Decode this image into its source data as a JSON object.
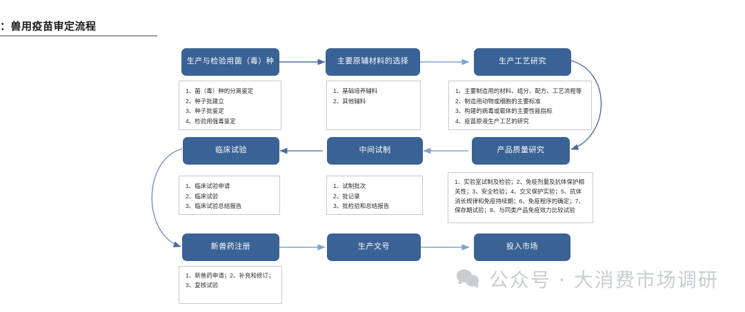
{
  "header": {
    "title": "：兽用疫苗审定流程"
  },
  "flow": {
    "nodes": [
      {
        "id": "strain",
        "label": "生产与检验用菌（毒）种"
      },
      {
        "id": "materials",
        "label": "主要原辅材料的选择"
      },
      {
        "id": "process",
        "label": "生产工艺研究"
      },
      {
        "id": "clinical",
        "label": "临床试验"
      },
      {
        "id": "pilot",
        "label": "中间试制"
      },
      {
        "id": "quality",
        "label": "产品质量研究"
      },
      {
        "id": "registration",
        "label": "新兽药注册"
      },
      {
        "id": "docnumber",
        "label": "生产文号"
      },
      {
        "id": "market",
        "label": "投入市场"
      }
    ],
    "details": [
      {
        "id": "strain-detail",
        "lines": [
          "1、菌（毒）种的分离鉴定",
          "2、种子批建立",
          "3、种子批鉴定",
          "4、检验用强毒鉴定"
        ]
      },
      {
        "id": "materials-detail",
        "lines": [
          "1、基础培养辅料",
          "2、其他辅料"
        ]
      },
      {
        "id": "process-detail",
        "lines": [
          "1、主要制造用的材料、组分、配方、工艺流程等",
          "2、制造用动物或细胞的主要标准",
          "3、构建的病毒或载体的主要性能指标",
          "4、疫苗原液生产工艺的研究"
        ]
      },
      {
        "id": "clinical-detail",
        "lines": [
          "1、临床试验申请",
          "2、临床试验",
          "3、临床试验总结报告"
        ]
      },
      {
        "id": "pilot-detail",
        "lines": [
          "1、试制批次",
          "2、批记录",
          "3、批检验和总结报告"
        ]
      },
      {
        "id": "quality-detail",
        "lines": [
          "1、实验室试制及检验；2、免疫剂量及抗体保护相关性；3、安全检验；4、交叉保护实验；5、抗体消长规律和免疫持续期；6、免疫程序的确定；7、保存期试验；8、与同类产品免疫效力比较试验"
        ]
      },
      {
        "id": "registration-detail",
        "lines": [
          "1、新兽药申请；2、补充和修订；3、复核试验"
        ]
      }
    ]
  },
  "watermark": {
    "text": "公众号 · 大消费市场调研"
  },
  "colors": {
    "node_fill": "#3A6295",
    "arrow": "#4A6E9E",
    "arrow_light": "#7FA3CE",
    "detail_border": "#C8C8C8",
    "watermark": "#C9CCD1"
  }
}
